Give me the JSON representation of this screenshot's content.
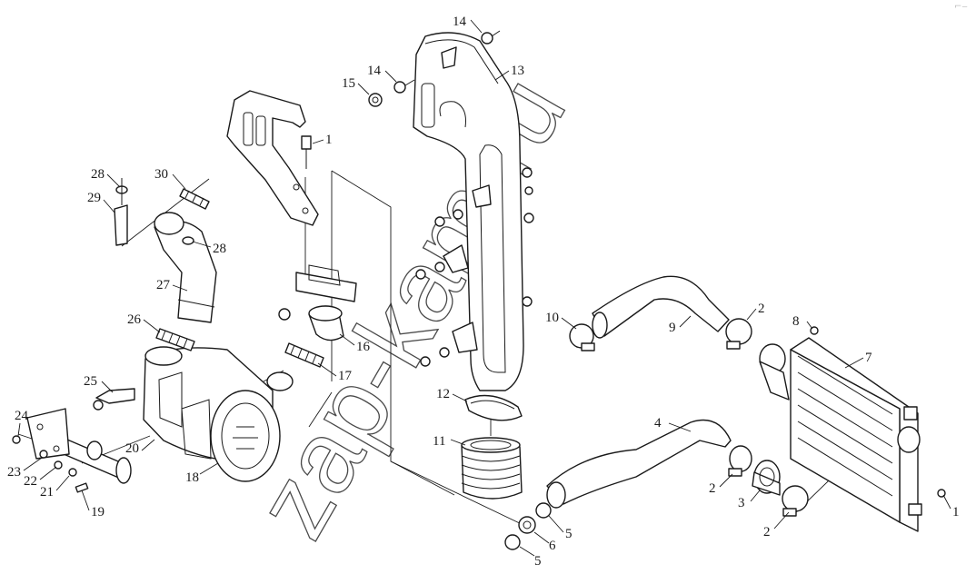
{
  "diagram": {
    "watermark": "zap-kam.ru",
    "corner_mark": "⌐‒",
    "callouts": {
      "c1a": "1",
      "c1b": "1",
      "c2a": "2",
      "c2b": "2",
      "c2c": "2",
      "c3": "3",
      "c4": "4",
      "c5a": "5",
      "c5b": "5",
      "c6": "6",
      "c7": "7",
      "c8": "8",
      "c9": "9",
      "c10": "10",
      "c11": "11",
      "c12": "12",
      "c13": "13",
      "c14a": "14",
      "c14b": "14",
      "c15": "15",
      "c16": "16",
      "c17": "17",
      "c18": "18",
      "c19": "19",
      "c20": "20",
      "c21": "21",
      "c22": "22",
      "c23": "23",
      "c24": "24",
      "c25": "25",
      "c26": "26",
      "c27": "27",
      "c28a": "28",
      "c28b": "28",
      "c29": "29",
      "c30": "30"
    }
  }
}
